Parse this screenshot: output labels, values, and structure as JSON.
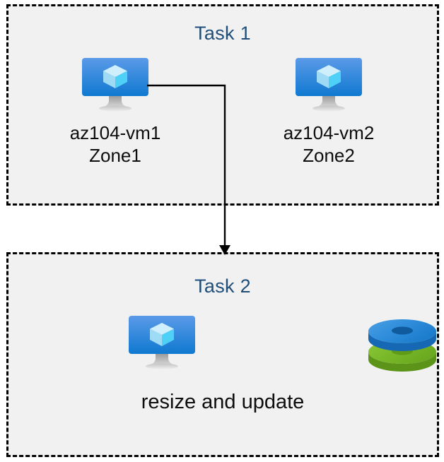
{
  "diagram": {
    "title_color": "#1f4e79",
    "background": "#ffffff",
    "panel_fill": "#f1f1f1",
    "border_color": "#000000",
    "connector_color": "#000000"
  },
  "task1": {
    "title": "Task 1",
    "nodes": [
      {
        "icon": "virtual-machine-icon",
        "name": "az104-vm1",
        "zone": "Zone1"
      },
      {
        "icon": "virtual-machine-icon",
        "name": "az104-vm2",
        "zone": "Zone2"
      }
    ]
  },
  "task2": {
    "title": "Task 2",
    "icons": [
      {
        "icon": "virtual-machine-icon"
      },
      {
        "icon": "disks-icon"
      }
    ],
    "caption": "resize and update"
  },
  "connector": {
    "from": "az104-vm1",
    "to": "Task 2",
    "arrowhead": "down-arrow-icon"
  },
  "palette": {
    "vm_screen_top": "#5b9ae8",
    "vm_screen_bottom": "#0f79d0",
    "vm_cube_top": "#cdeefc",
    "vm_cube_left": "#a5e0f7",
    "vm_cube_right": "#50d2f7",
    "vm_stand": "#9e9e9e",
    "disk_blue_top": "#3a93dd",
    "disk_blue_side": "#1673c4",
    "disk_blue_hole": "#0f5ea3",
    "disk_green_top": "#7cbb2a",
    "disk_green_side": "#64a11c",
    "disk_green_hole": "#5a9a18"
  }
}
